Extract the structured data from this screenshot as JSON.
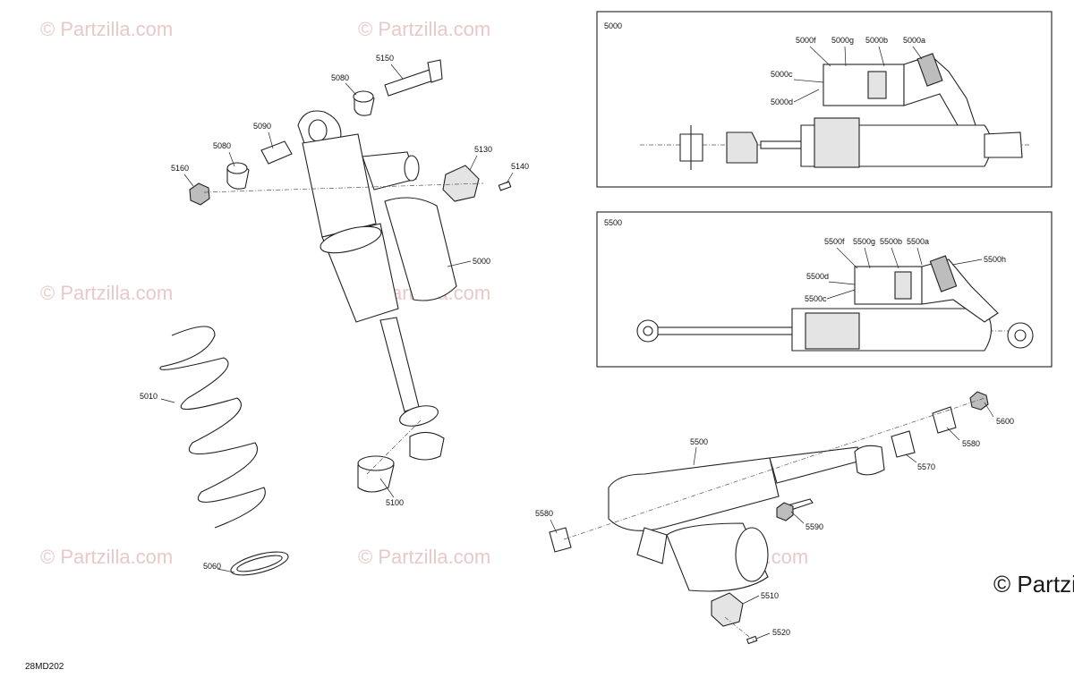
{
  "watermark": {
    "text": "© Partzilla.com",
    "corner_text": "© Partzi"
  },
  "diagram_code": "28MD202",
  "inset_5000": {
    "title": "5000",
    "callouts": [
      "5000f",
      "5000g",
      "5000b",
      "5000a",
      "5000c",
      "5000d"
    ]
  },
  "inset_5500": {
    "title": "5500",
    "callouts": [
      "5500f",
      "5500g",
      "5500b",
      "5500a",
      "5500d",
      "5500c",
      "5500h"
    ]
  },
  "parts": {
    "p5150": "5150",
    "p5080a": "5080",
    "p5090": "5090",
    "p5080b": "5080",
    "p5160": "5160",
    "p5130": "5130",
    "p5140": "5140",
    "p5000": "5000",
    "p5010": "5010",
    "p5100": "5100",
    "p5060": "5060",
    "p5500": "5500",
    "p5600": "5600",
    "p5580a": "5580",
    "p5570": "5570",
    "p5590": "5590",
    "p5580b": "5580",
    "p5510": "5510",
    "p5520": "5520"
  }
}
